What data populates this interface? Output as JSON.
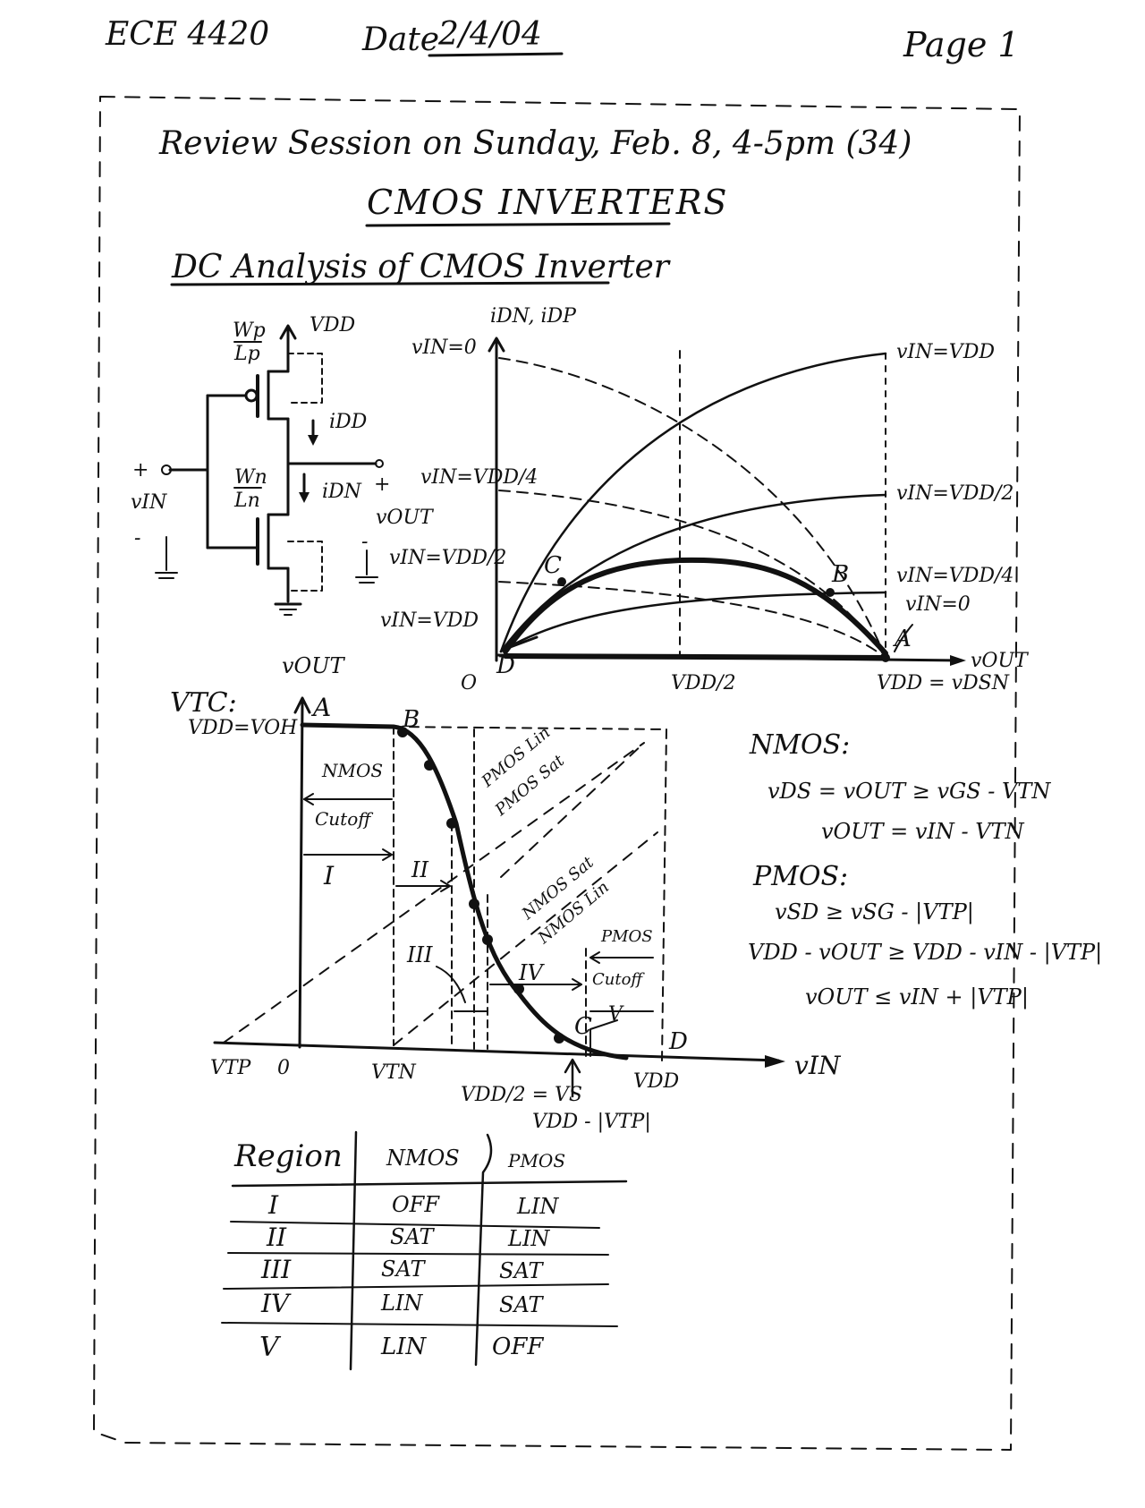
{
  "header": {
    "course": "ECE 4420",
    "date_label": "Date",
    "date_value": "2/4/04",
    "page_label": "Page 1"
  },
  "announcement": "Review Session on Sunday, Feb. 8, 4-5pm (34)",
  "title": "CMOS INVERTERS",
  "subtitle": "DC Analysis of CMOS Inverter",
  "circuit": {
    "vdd": "VDD",
    "wp": "Wp",
    "lp": "Lp",
    "idd": "iDD",
    "wn": "Wn",
    "ln": "Ln",
    "idn": "iDN",
    "vin": "vIN",
    "vout": "vOUT",
    "plus": "+",
    "minus": "-"
  },
  "iv_plot": {
    "y_axis": "iDN, iDP",
    "x_axis": "vOUT",
    "origin": "O",
    "x_ticks": [
      "VDD/2",
      "VDD = vDSN"
    ],
    "labels": [
      "vIN=0",
      "vIN=VDD",
      "vIN=VDD/4",
      "vIN=VDD/2",
      "vIN=VDD",
      "vIN=VDD/2",
      "vIN=VDD/4",
      "vIN=0"
    ],
    "points": [
      "A",
      "B",
      "C",
      "D"
    ]
  },
  "vtc": {
    "label": "VTC:",
    "y_axis": "vOUT",
    "x_axis": "vIN",
    "y_top": "VDD=VOH",
    "x_ticks": [
      "VTP",
      "0",
      "VTN",
      "VDD/2 = VS",
      "VDD - |VTP|",
      "VDD"
    ],
    "points": [
      "A",
      "B",
      "C",
      "D"
    ],
    "regions": [
      "I",
      "II",
      "III",
      "IV",
      "V"
    ],
    "notes": [
      "NMOS cutoff",
      "PMOS Lin",
      "PMOS Sat",
      "NMOS Sat",
      "NMOS Lin",
      "PMOS cutoff"
    ]
  },
  "equations": {
    "nmos_title": "NMOS:",
    "nmos_1": "vDS = vOUT ≥ vGS - VTN",
    "nmos_2": "vOUT = vIN - VTN",
    "pmos_title": "PMOS:",
    "pmos_1": "vSD ≥ vSG - |VTP|",
    "pmos_2": "VDD - vOUT ≥ VDD - vIN - |VTP|",
    "pmos_3": "vOUT ≤ vIN + |VTP|"
  },
  "table": {
    "headers": [
      "Region",
      "NMOS",
      "PMOS"
    ],
    "rows": [
      [
        "I",
        "OFF",
        "LIN"
      ],
      [
        "II",
        "SAT",
        "LIN"
      ],
      [
        "III",
        "SAT",
        "SAT"
      ],
      [
        "IV",
        "LIN",
        "SAT"
      ],
      [
        "V",
        "LIN",
        "OFF"
      ]
    ]
  }
}
